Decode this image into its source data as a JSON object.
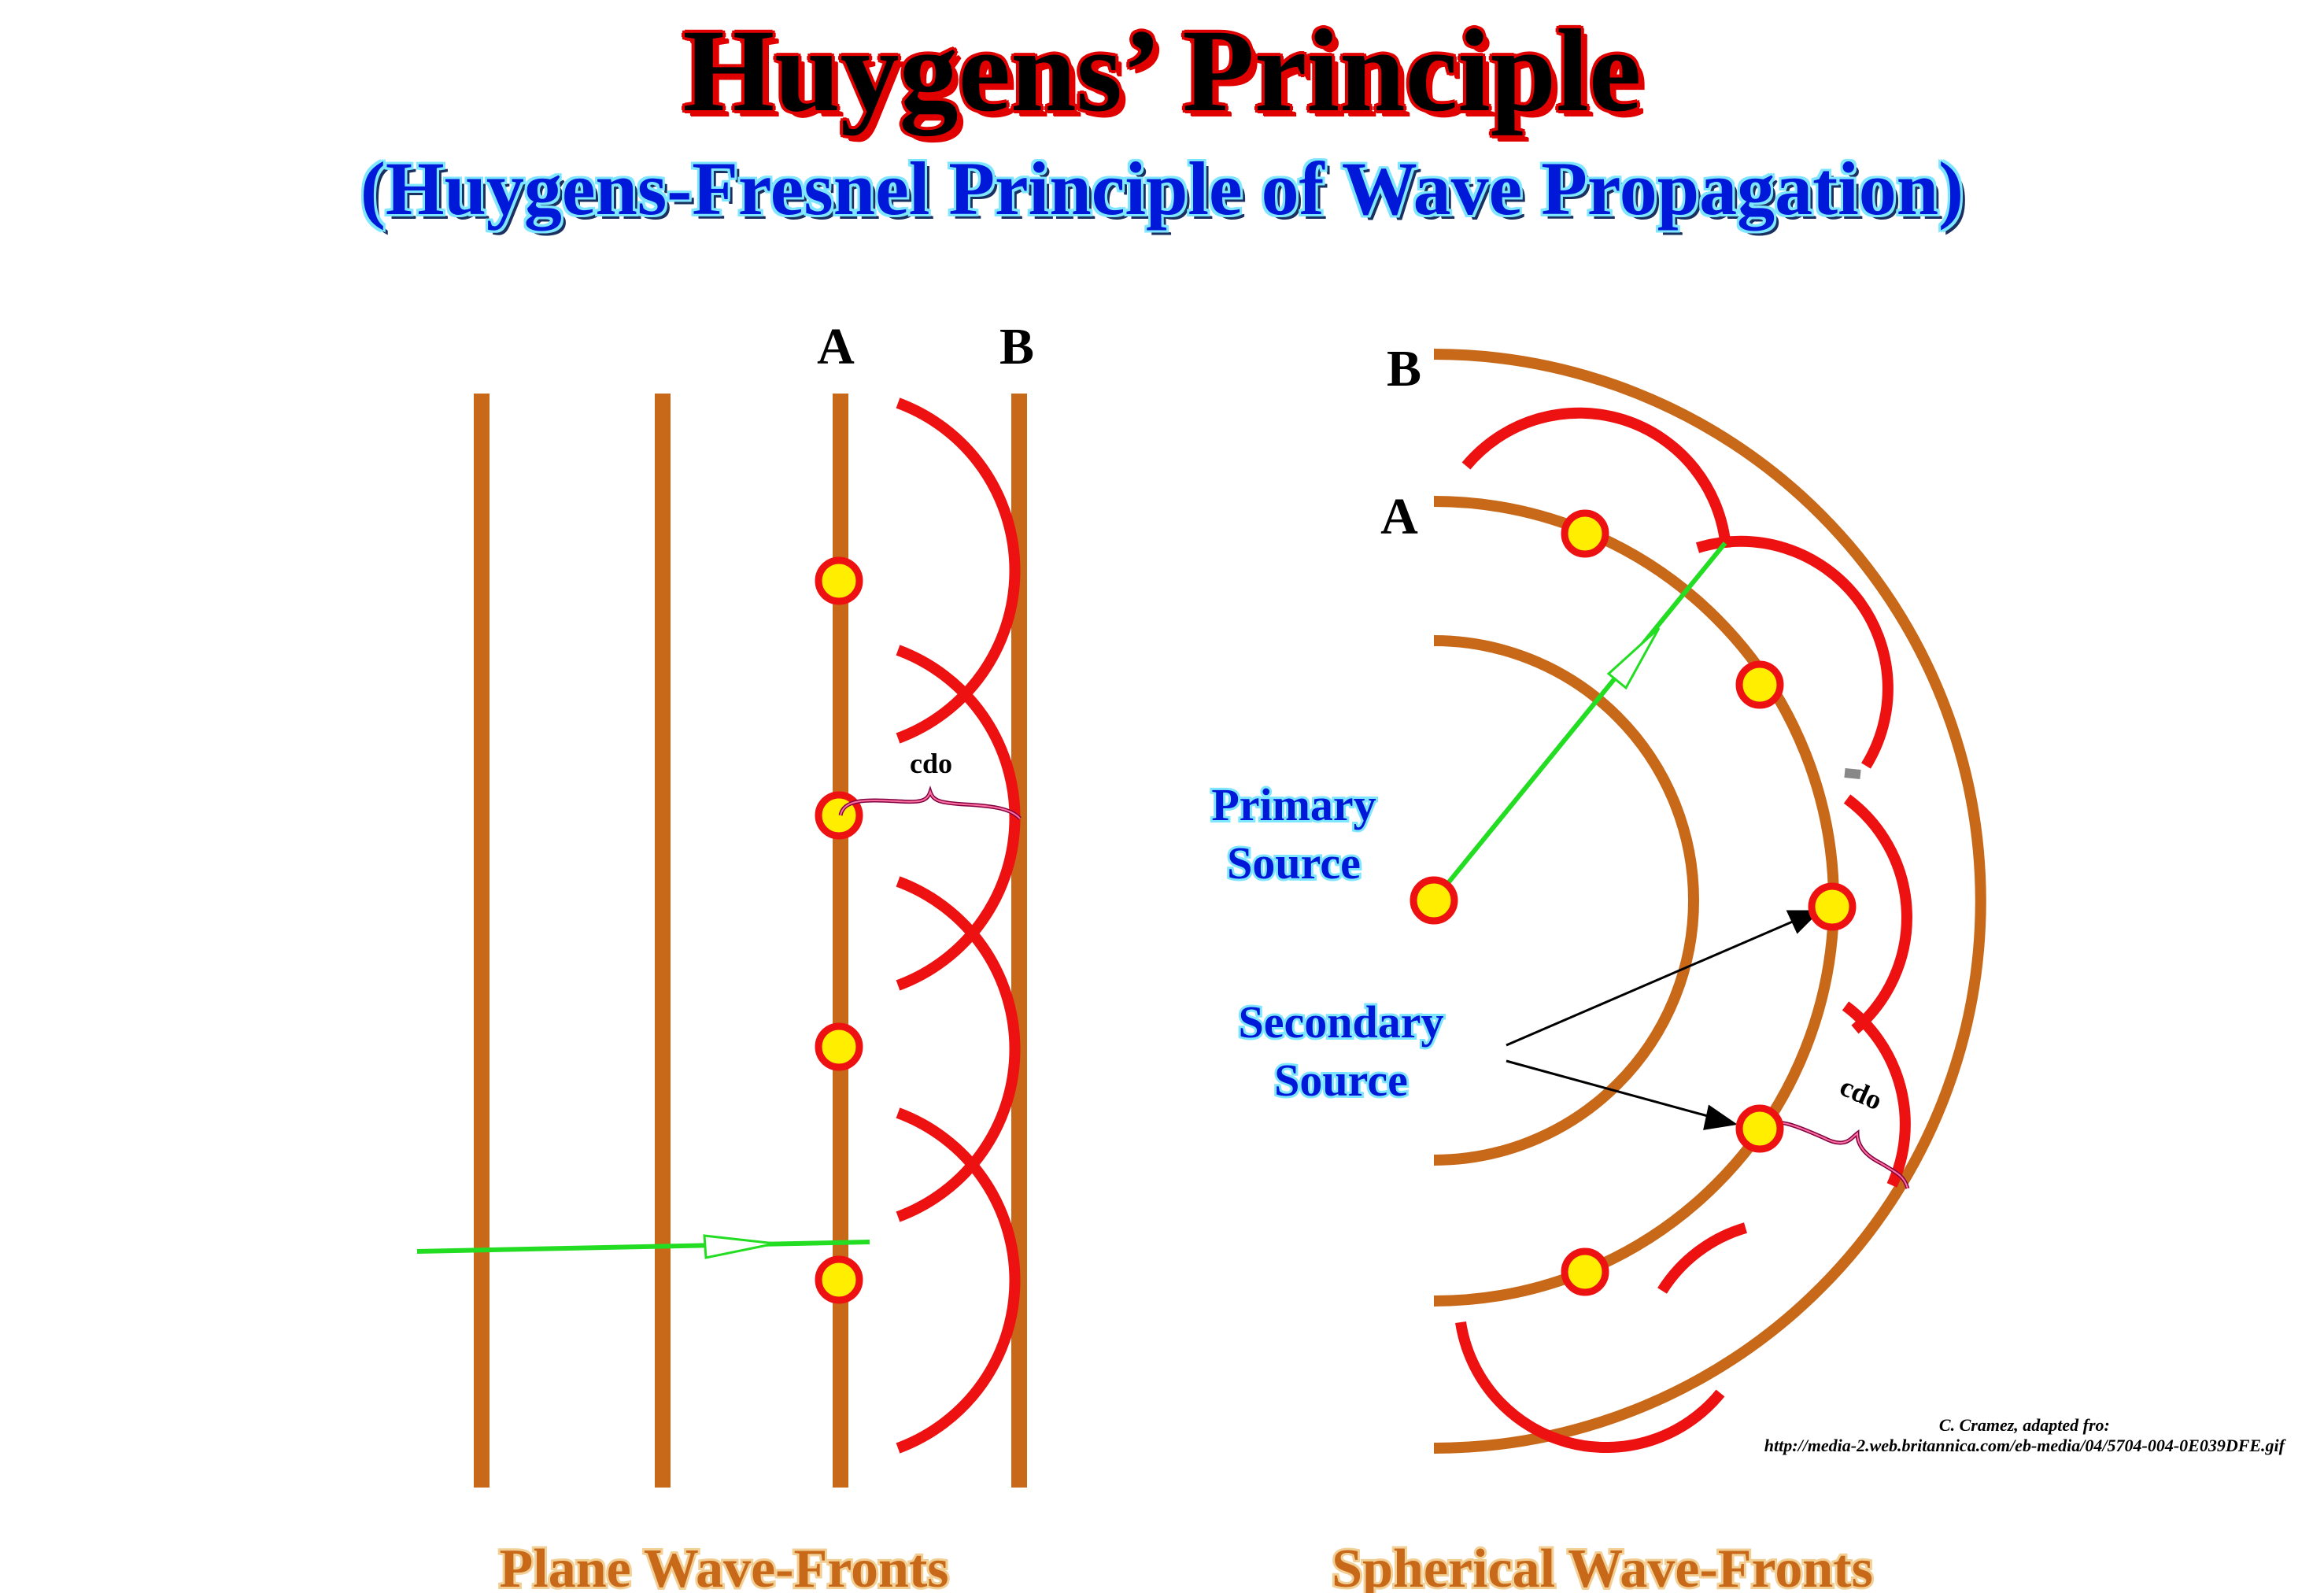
{
  "title": "Huygens’ Principle",
  "subtitle": "(Huygens-Fresnel Principle of Wave Propagation)",
  "plane": {
    "label_a": "A",
    "label_b": "B",
    "cdo": "cdo",
    "caption": "Plane Wave-Fronts"
  },
  "spherical": {
    "label_a": "A",
    "label_b": "B",
    "cdo": "cdo",
    "primary_line1": "Primary",
    "primary_line2": "Source",
    "secondary_line1": "Secondary",
    "secondary_line2": "Source",
    "caption": "Spherical Wave-Fronts"
  },
  "credit": {
    "line1": "C. Cramez, adapted fro:",
    "line2": "http://media-2.web.britannica.com/eb-media/04/5704-004-0E039DFE.gif"
  },
  "colors": {
    "wavefront": "#c8691a",
    "wavelet": "#ee1111",
    "source_fill": "#ffee00",
    "source_stroke": "#ee1111",
    "ray": "#22dd22",
    "brace": "#800040"
  }
}
